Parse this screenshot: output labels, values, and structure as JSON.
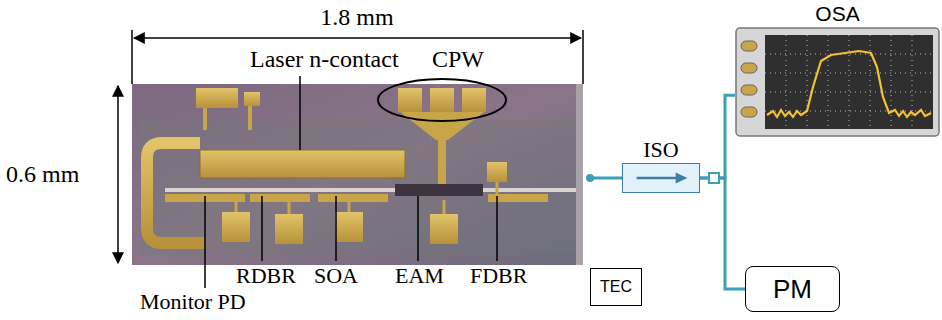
{
  "diagram": {
    "nodes": [
      {
        "text": [
          "TEC"
        ]
      },
      {
        "text": [
          "ISO"
        ]
      },
      {
        "text": [
          "OSA"
        ]
      },
      {
        "text": [
          "PM"
        ]
      }
    ],
    "edges": [
      {
        "from": 1,
        "to": 2,
        "arrow": "none"
      },
      {
        "from": 1,
        "to": 3,
        "arrow": "none"
      }
    ],
    "labels": [
      "1.8 mm",
      "0.6 mm",
      "Laser n-contact",
      "CPW",
      "RDBR",
      "SOA",
      "EAM",
      "FDBR",
      "Monitor PD"
    ]
  }
}
